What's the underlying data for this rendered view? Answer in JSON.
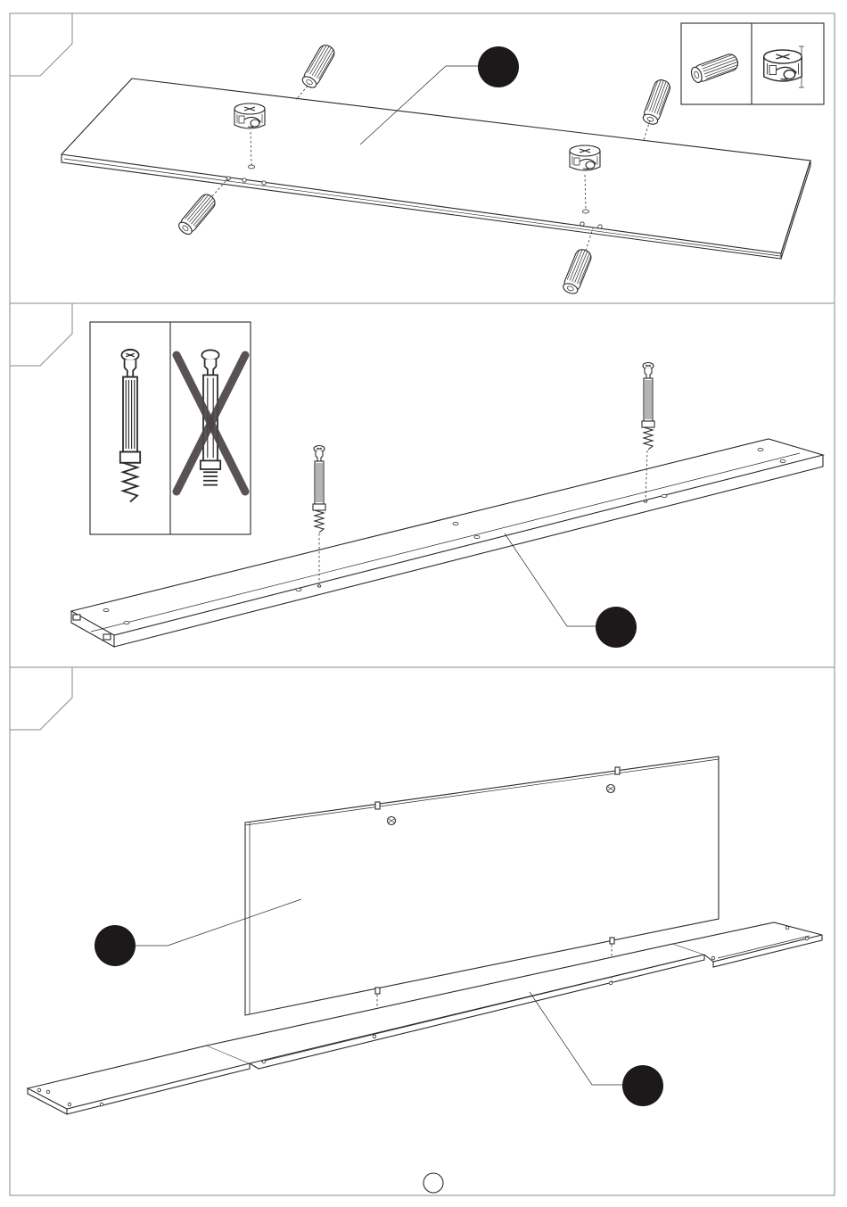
{
  "document": {
    "type": "assembly-instruction-page",
    "steps": [
      {
        "callouts": 1,
        "inset": "dowel-and-cam-lock-detail"
      },
      {
        "callouts": 1,
        "inset": "cam-bolt-correct-vs-incorrect"
      },
      {
        "callouts": 2,
        "inset": null
      }
    ],
    "page_number": "",
    "colors": {
      "ink": "#2a2a2a",
      "callout": "#1d1819",
      "cross": "#4a4445",
      "frame": "#8a8a8a"
    },
    "icons": [
      "wood-dowel-icon",
      "cam-lock-icon",
      "cam-bolt-icon",
      "cross-mark-icon"
    ]
  }
}
